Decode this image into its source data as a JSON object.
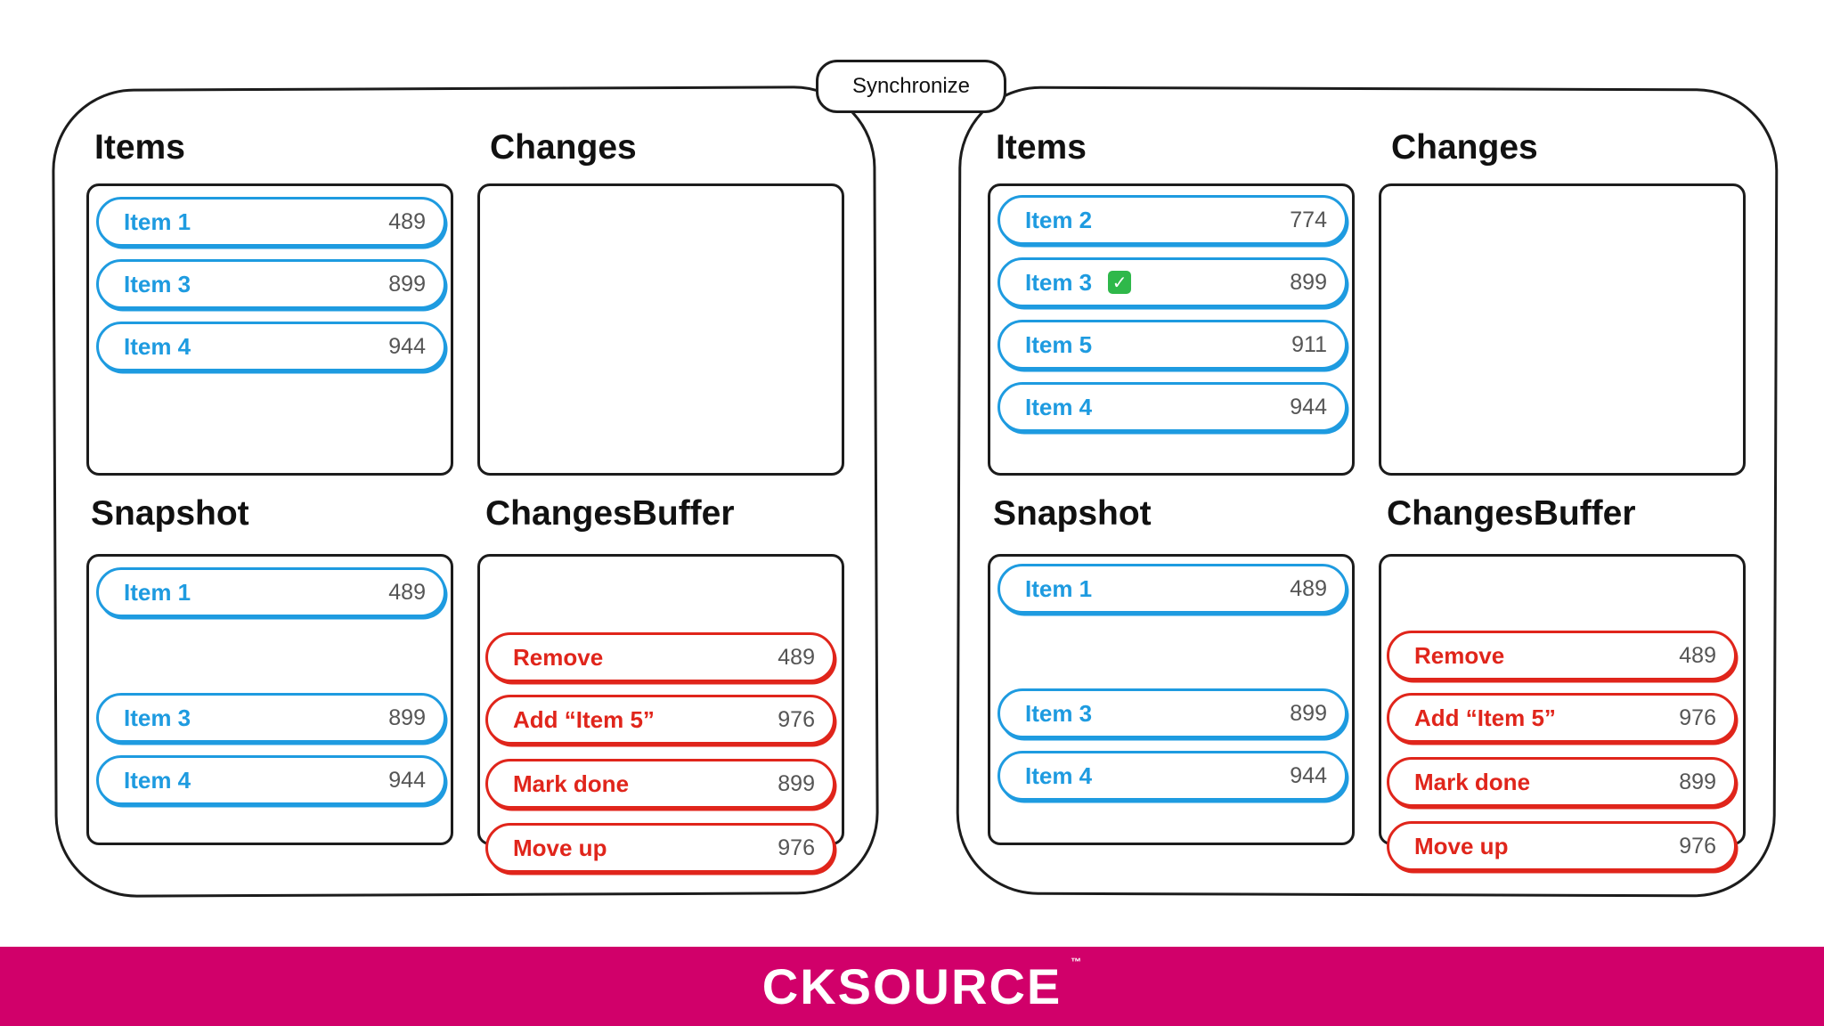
{
  "sync_button": "Synchronize",
  "left": {
    "items_title": "Items",
    "changes_title": "Changes",
    "snapshot_title": "Snapshot",
    "buffer_title": "ChangesBuffer",
    "items": [
      {
        "label": "Item 1",
        "value": "489"
      },
      {
        "label": "Item 3",
        "value": "899"
      },
      {
        "label": "Item 4",
        "value": "944"
      }
    ],
    "snapshot": [
      {
        "label": "Item 1",
        "value": "489"
      },
      {
        "label": "Item 3",
        "value": "899"
      },
      {
        "label": "Item 4",
        "value": "944"
      }
    ],
    "buffer": [
      {
        "label": "Remove",
        "value": "489"
      },
      {
        "label": "Add “Item 5”",
        "value": "976"
      },
      {
        "label": "Mark done",
        "value": "899"
      },
      {
        "label": "Move up",
        "value": "976"
      }
    ]
  },
  "right": {
    "items_title": "Items",
    "changes_title": "Changes",
    "snapshot_title": "Snapshot",
    "buffer_title": "ChangesBuffer",
    "items": [
      {
        "label": "Item 2",
        "value": "774"
      },
      {
        "label": "Item 3",
        "value": "899",
        "done": true
      },
      {
        "label": "Item 5",
        "value": "911"
      },
      {
        "label": "Item 4",
        "value": "944"
      }
    ],
    "snapshot": [
      {
        "label": "Item 1",
        "value": "489"
      },
      {
        "label": "Item 3",
        "value": "899"
      },
      {
        "label": "Item 4",
        "value": "944"
      }
    ],
    "buffer": [
      {
        "label": "Remove",
        "value": "489"
      },
      {
        "label": "Add “Item 5”",
        "value": "976"
      },
      {
        "label": "Mark done",
        "value": "899"
      },
      {
        "label": "Move up",
        "value": "976"
      }
    ]
  },
  "footer": {
    "logo": "CKSOURCE",
    "tm": "™"
  },
  "colors": {
    "item": "#1e9be0",
    "change": "#e0251b",
    "footer": "#d1006a"
  }
}
